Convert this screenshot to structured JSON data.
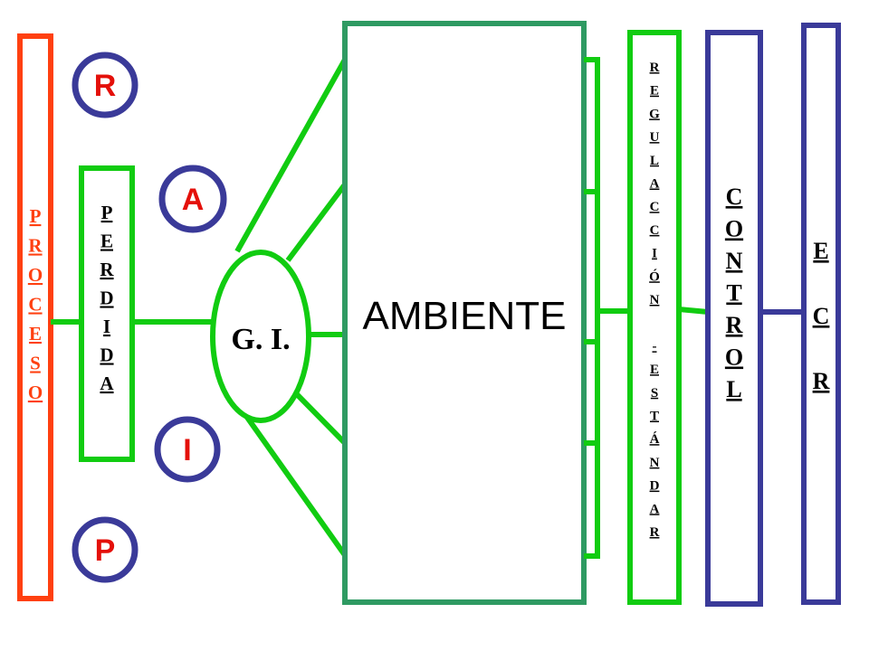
{
  "colors": {
    "proceso": "#ff4010",
    "green": "#11cc11",
    "ambiente_border": "#2e9a62",
    "navy": "#3a3a99",
    "text": "#000000"
  },
  "left_bar": {
    "letters": [
      "P",
      "R",
      "O",
      "C",
      "E",
      "S",
      "O"
    ]
  },
  "perdida_bar": {
    "letters": [
      "P",
      "E",
      "R",
      "D",
      "I",
      "D",
      "A"
    ]
  },
  "circles": [
    "R",
    "A",
    "I",
    "P"
  ],
  "center_ellipse": {
    "label": "G. I."
  },
  "ambiente": {
    "label": "AMBIENTE"
  },
  "regulacion_bar": {
    "letters": [
      "R",
      "E",
      "G",
      "U",
      "L",
      "A",
      "C",
      "C",
      "I",
      "Ó",
      "N",
      "",
      "-",
      "E",
      "S",
      "T",
      "Á",
      "N",
      "D",
      "A",
      "R"
    ]
  },
  "control_bar": {
    "letters": [
      "C",
      "O",
      "N",
      "T",
      "R",
      "O",
      "L"
    ]
  },
  "ecr_bar": {
    "letters": [
      "E",
      "C",
      "R"
    ]
  }
}
